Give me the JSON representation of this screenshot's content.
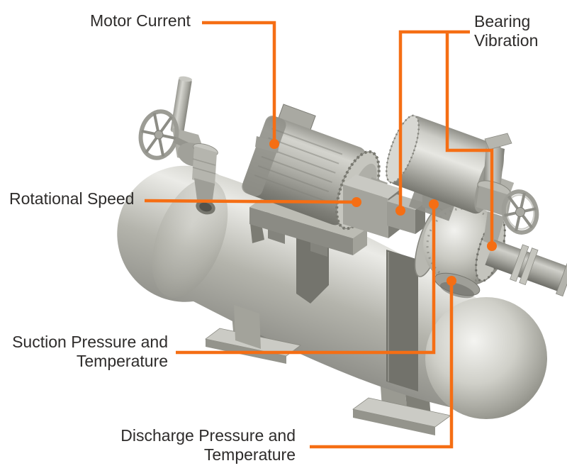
{
  "diagram": {
    "accent_color": "#F56E14",
    "label_color": "#2E2C2B",
    "illustration": "motor-driven-pump-on-horizontal-receiver-tank-3d-render",
    "callouts": {
      "motor_current": {
        "lines": [
          "Motor Current"
        ]
      },
      "bearing_vibration": {
        "lines": [
          "Bearing",
          "Vibration"
        ]
      },
      "rotational_speed": {
        "lines": [
          "Rotational Speed"
        ]
      },
      "suction_pressure_temperature": {
        "lines": [
          "Suction Pressure and",
          "Temperature"
        ]
      },
      "discharge_pressure_temperature": {
        "lines": [
          "Discharge Pressure and",
          "Temperature"
        ]
      }
    }
  }
}
